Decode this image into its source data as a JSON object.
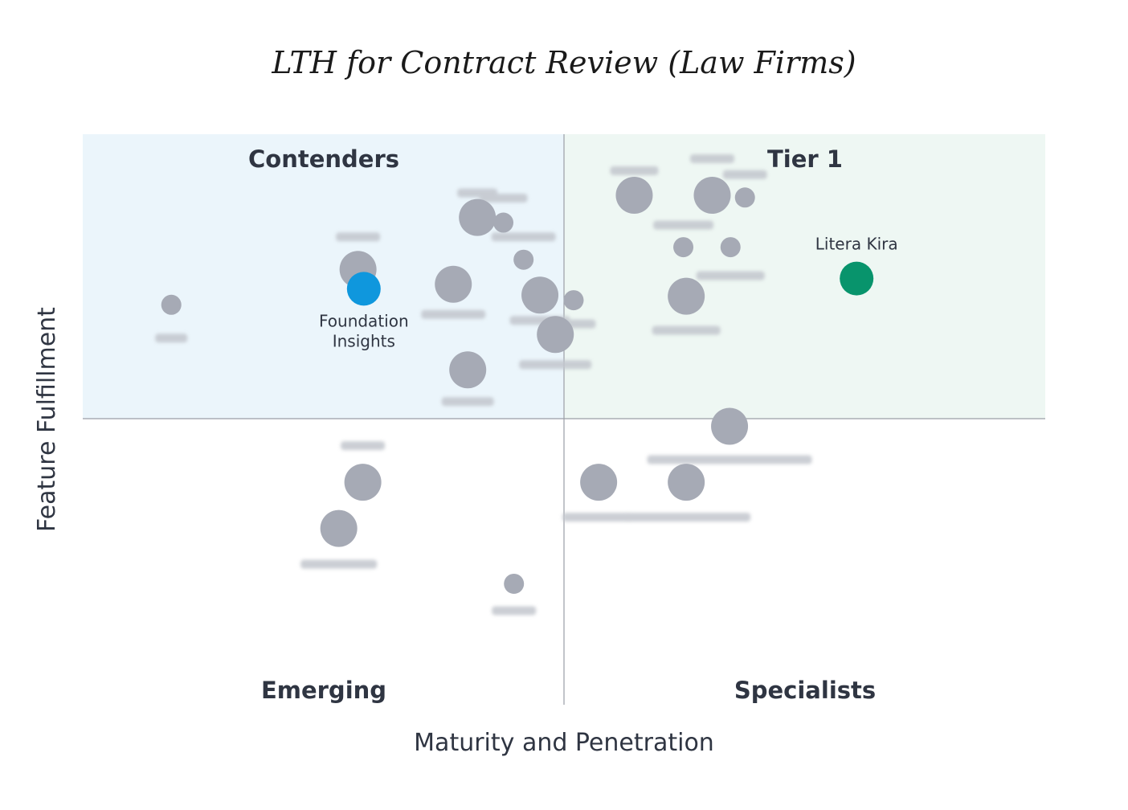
{
  "chart_data": {
    "type": "scatter",
    "title": "LTH for Contract Review (Law Firms)",
    "xlabel": "Maturity and Penetration",
    "ylabel": "Feature Fulfillment",
    "xlim": [
      0,
      100
    ],
    "ylim": [
      0,
      100
    ],
    "grid": false,
    "quadrants": {
      "top_left": "Contenders",
      "top_right": "Tier 1",
      "bottom_left": "Emerging",
      "bottom_right": "Specialists"
    },
    "colors": {
      "contenders_bg": "#ebf5fb",
      "tier1_bg": "#eef7f3",
      "default_point": "#a6aab5",
      "highlight_blue": "#0f97dd",
      "highlight_green": "#08946c",
      "divider": "#9a9ea6"
    },
    "points": [
      {
        "x": 41.0,
        "y": 85.4,
        "size": 3,
        "label": "",
        "highlight": false
      },
      {
        "x": 57.3,
        "y": 89.3,
        "size": 3,
        "label": "",
        "highlight": false
      },
      {
        "x": 28.6,
        "y": 76.3,
        "size": 3,
        "label": "",
        "highlight": false
      },
      {
        "x": 9.2,
        "y": 70.1,
        "size": 2,
        "label": "",
        "highlight": false
      },
      {
        "x": 45.8,
        "y": 78.0,
        "size": 2,
        "label": "",
        "highlight": false
      },
      {
        "x": 43.7,
        "y": 84.5,
        "size": 2,
        "label": "",
        "highlight": false
      },
      {
        "x": 38.5,
        "y": 73.7,
        "size": 3,
        "label": "",
        "highlight": false
      },
      {
        "x": 47.5,
        "y": 71.8,
        "size": 3,
        "label": "",
        "highlight": false
      },
      {
        "x": 51.0,
        "y": 70.9,
        "size": 2,
        "label": "",
        "highlight": false
      },
      {
        "x": 49.1,
        "y": 64.9,
        "size": 3,
        "label": "",
        "highlight": false
      },
      {
        "x": 40.0,
        "y": 58.7,
        "size": 3,
        "label": "",
        "highlight": false
      },
      {
        "x": 65.4,
        "y": 89.3,
        "size": 3,
        "label": "",
        "highlight": false
      },
      {
        "x": 68.8,
        "y": 88.9,
        "size": 2,
        "label": "",
        "highlight": false
      },
      {
        "x": 62.4,
        "y": 80.2,
        "size": 2,
        "label": "",
        "highlight": false
      },
      {
        "x": 67.3,
        "y": 80.2,
        "size": 2,
        "label": "",
        "highlight": false
      },
      {
        "x": 62.7,
        "y": 71.6,
        "size": 3,
        "label": "",
        "highlight": false
      },
      {
        "x": 67.2,
        "y": 48.8,
        "size": 3,
        "label": "",
        "highlight": false
      },
      {
        "x": 29.1,
        "y": 39.0,
        "size": 3,
        "label": "",
        "highlight": false
      },
      {
        "x": 26.6,
        "y": 30.9,
        "size": 3,
        "label": "",
        "highlight": false
      },
      {
        "x": 53.6,
        "y": 39.0,
        "size": 3,
        "label": "",
        "highlight": false
      },
      {
        "x": 62.7,
        "y": 39.0,
        "size": 3,
        "label": "",
        "highlight": false
      },
      {
        "x": 44.8,
        "y": 21.2,
        "size": 2,
        "label": "",
        "highlight": false
      },
      {
        "x": 29.2,
        "y": 72.9,
        "size": 3,
        "label": "Foundation Insights",
        "highlight": true,
        "color": "blue"
      },
      {
        "x": 80.4,
        "y": 74.7,
        "size": 3,
        "label": "Litera Kira",
        "highlight": true,
        "color": "green"
      }
    ]
  }
}
